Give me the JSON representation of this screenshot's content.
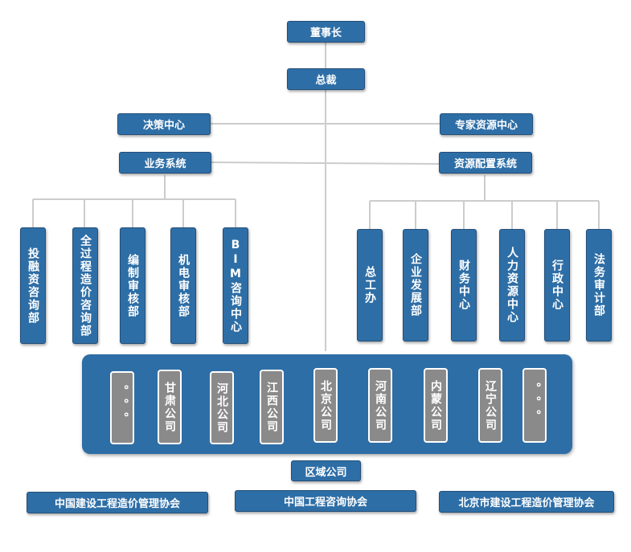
{
  "chairman": "董事长",
  "president": "总裁",
  "decision_center": "决策中心",
  "expert_center": "专家资源中心",
  "business_system": "业务系统",
  "resource_system": "资源配置系统",
  "business_depts": [
    "投融资咨询部",
    "全过程造价咨询部",
    "编制审核部",
    "机电审核部",
    "BIM咨询中心"
  ],
  "resource_depts": [
    "总工办",
    "企业发展部",
    "财务中心",
    "人力资源中心",
    "行政中心",
    "法务审计部"
  ],
  "regional_companies": [
    "。。。",
    "甘肃公司",
    "河北公司",
    "江西公司",
    "北京公司",
    "河南公司",
    "内蒙公司",
    "辽宁公司",
    "。。。"
  ],
  "region_label": "区域公司",
  "associations": [
    "中国建设工程造价管理协会",
    "中国工程咨询协会",
    "北京市建设工程造价管理协会"
  ],
  "colors": {
    "box": "#2e6ea6",
    "connector": "#cccccc",
    "region_item": "#8a8a8a"
  }
}
